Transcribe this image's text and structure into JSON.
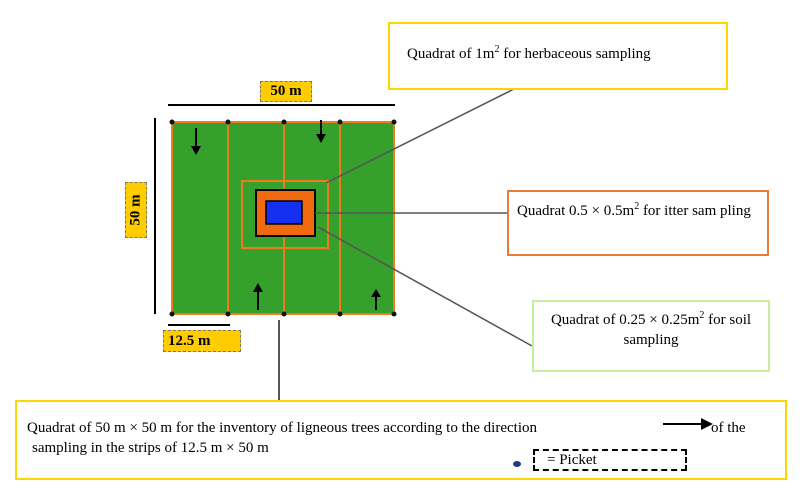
{
  "dimensions": {
    "top": "50 m",
    "left": "50 m",
    "bottom": "12.5 m"
  },
  "callouts": {
    "herbaceous": {
      "prefix": "Quadrat of 1m",
      "sup": "2",
      "suffix": " for herbaceous sampling"
    },
    "litter": {
      "prefix": "Quadrat 0.5 × 0.5m",
      "sup": "2",
      "suffix": " for itter sam pling"
    },
    "soil": {
      "prefix": "Quadrat of 0.25 × 0.25m",
      "sup": "2",
      "suffix": " for soil sampling"
    },
    "inventory": {
      "line1": "Quadrat of 50 m × 50 m for the inventory of ligneous trees according to the direction",
      "line1_tail": "of the",
      "line2": "sampling in the strips of 12.5 m × 50 m",
      "picket_label": "= Picket"
    }
  },
  "colors": {
    "plot_fill": "#36a02d",
    "strip_border": "#f07a1c",
    "litter_quadrat_fill": "#f26a10",
    "soil_quadrat_fill": "#1530ee",
    "picket": "#111111",
    "label_fill": "#ffcc00"
  },
  "strips": 4,
  "arrows": [
    "down",
    "down",
    "up",
    "up"
  ]
}
